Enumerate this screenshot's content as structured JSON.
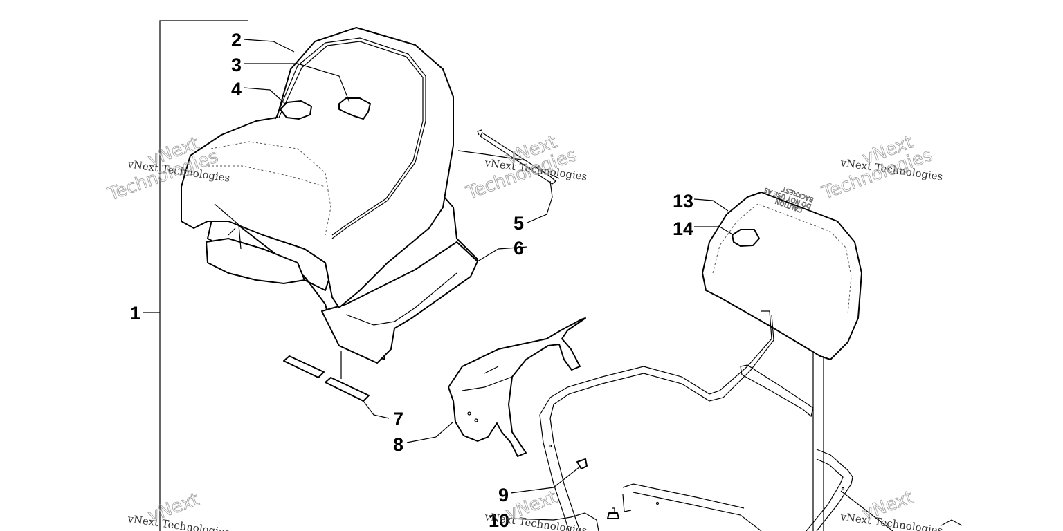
{
  "callouts": {
    "c1": "1",
    "c2": "2",
    "c3": "3",
    "c4": "4",
    "c5": "5",
    "c6": "6",
    "c7": "7",
    "c8": "8",
    "c9": "9",
    "c10": "10",
    "c13": "13",
    "c14": "14"
  },
  "watermark": {
    "small": "vNext Technologies",
    "big_line1": "vNext",
    "big_line2": "Technologies"
  },
  "backrest_label": {
    "line1": "CAUTION",
    "line2": "DO NOT USE AS",
    "line3": "BACKREST"
  }
}
